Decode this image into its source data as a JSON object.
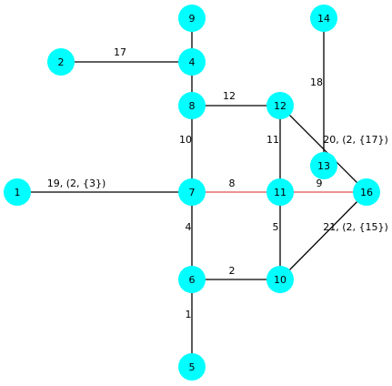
{
  "colors": {
    "node": "#00ffff",
    "edge": "#000000",
    "highlight": "#e05050"
  },
  "nodes": [
    {
      "id": "1"
    },
    {
      "id": "2"
    },
    {
      "id": "4"
    },
    {
      "id": "5"
    },
    {
      "id": "6"
    },
    {
      "id": "7"
    },
    {
      "id": "8"
    },
    {
      "id": "9"
    },
    {
      "id": "10"
    },
    {
      "id": "11"
    },
    {
      "id": "12"
    },
    {
      "id": "13"
    },
    {
      "id": "14"
    },
    {
      "id": "16"
    }
  ],
  "edges": [
    {
      "from": "2",
      "to": "4",
      "label": "17",
      "highlight": false
    },
    {
      "from": "9",
      "to": "4",
      "label": "",
      "highlight": false
    },
    {
      "from": "4",
      "to": "8",
      "label": "",
      "highlight": false
    },
    {
      "from": "8",
      "to": "12",
      "label": "12",
      "highlight": false
    },
    {
      "from": "8",
      "to": "7",
      "label": "10",
      "highlight": false
    },
    {
      "from": "1",
      "to": "7",
      "label": "19, (2, {3})",
      "highlight": false
    },
    {
      "from": "7",
      "to": "11",
      "label": "8",
      "highlight": true
    },
    {
      "from": "11",
      "to": "16",
      "label": "9",
      "highlight": true
    },
    {
      "from": "7",
      "to": "6",
      "label": "4",
      "highlight": false
    },
    {
      "from": "6",
      "to": "10",
      "label": "2",
      "highlight": false
    },
    {
      "from": "6",
      "to": "5",
      "label": "1",
      "highlight": false
    },
    {
      "from": "12",
      "to": "11",
      "label": "11",
      "highlight": false
    },
    {
      "from": "11",
      "to": "10",
      "label": "5",
      "highlight": false
    },
    {
      "from": "14",
      "to": "13",
      "label": "18",
      "highlight": false
    },
    {
      "from": "12",
      "to": "16",
      "label": "20, (2, {17})",
      "highlight": false
    },
    {
      "from": "10",
      "to": "16",
      "label": "21, (2, {15})",
      "highlight": false
    }
  ]
}
